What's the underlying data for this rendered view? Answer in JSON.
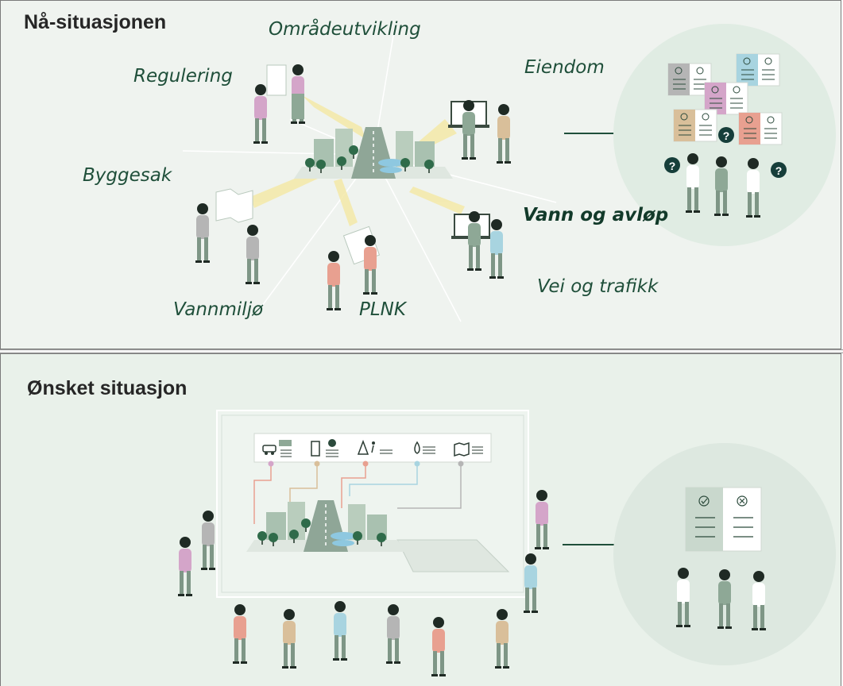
{
  "sections": {
    "current": {
      "title": "Nå-situasjonen",
      "labels": {
        "omradeutvikling": "Områdeutvikling",
        "regulering": "Regulering",
        "eiendom": "Eiendom",
        "byggesak": "Byggesak",
        "vann_avlop": "Vann og avløp",
        "vei_trafikk": "Vei og trafikk",
        "vannmiljo": "Vannmiljø",
        "plnk": "PLNK"
      }
    },
    "desired": {
      "title": "Ønsket situasjon"
    }
  },
  "colors": {
    "dark_green": "#1f4f3a",
    "sage": "#8ea896",
    "pink": "#d4a5c9",
    "salmon": "#e8a090",
    "light_blue": "#a8d4e0",
    "tan": "#d9bf9a",
    "grey": "#b5b5b5",
    "yellow_beam": "#f2e6a0"
  },
  "icons": [
    "car-icon",
    "chart-icon",
    "building-icon",
    "pie-icon",
    "tree-icon",
    "runner-icon",
    "water-drop-icon",
    "map-icon",
    "check-icon",
    "cross-icon",
    "question-icon"
  ]
}
